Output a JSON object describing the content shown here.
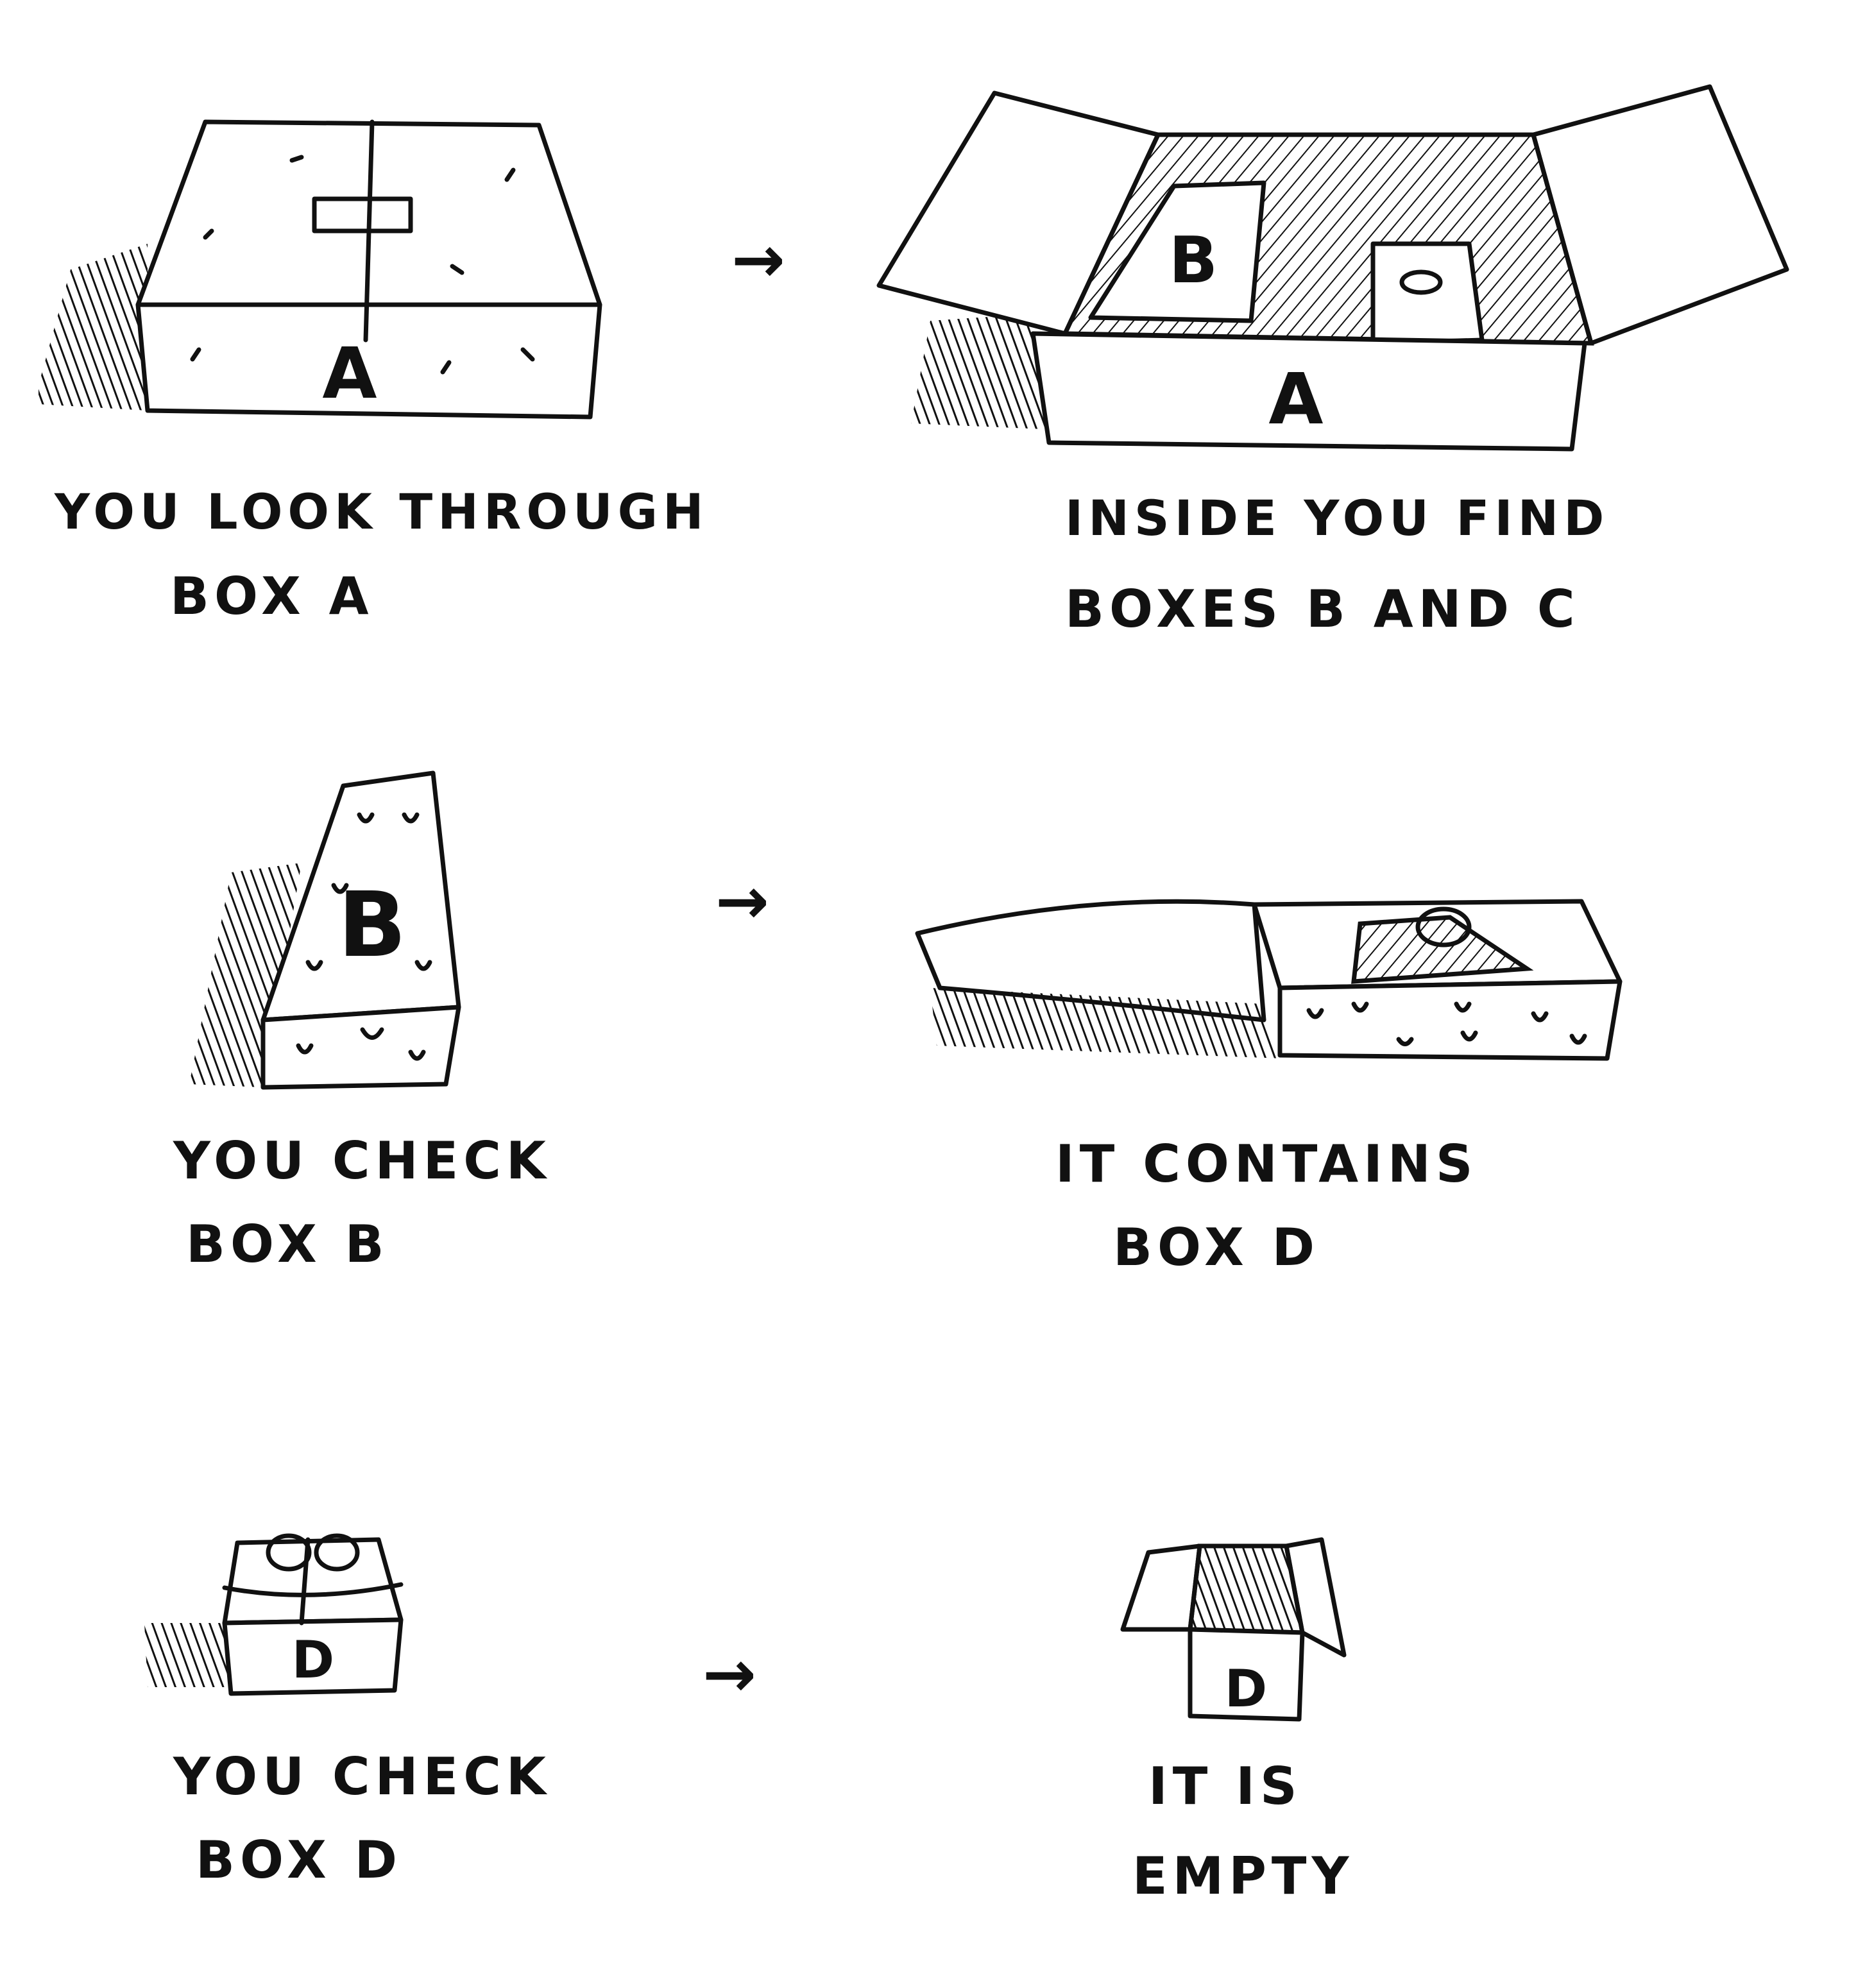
{
  "boxes": {
    "box_a_closed": "A",
    "box_a_open": "A",
    "box_b_inside": "B",
    "box_b_closed": "B",
    "box_d_gift": "D",
    "box_d_open": "D"
  },
  "captions": {
    "step1": {
      "line1": "YOU LOOK THROUGH",
      "line2": "BOX A"
    },
    "step2": {
      "line1": "INSIDE YOU FIND",
      "line2": "BOXES B AND C"
    },
    "step3": {
      "line1": "YOU CHECK",
      "line2": "BOX B"
    },
    "step4": {
      "line1": "IT CONTAINS",
      "line2": "BOX D"
    },
    "step5": {
      "line1": "YOU CHECK",
      "line2": "BOX D"
    },
    "step6": {
      "line1": "IT IS",
      "line2": "EMPTY"
    }
  },
  "arrows": [
    "→",
    "→",
    "→"
  ],
  "colors": {
    "ink": "#111111",
    "paper": "#ffffff"
  }
}
